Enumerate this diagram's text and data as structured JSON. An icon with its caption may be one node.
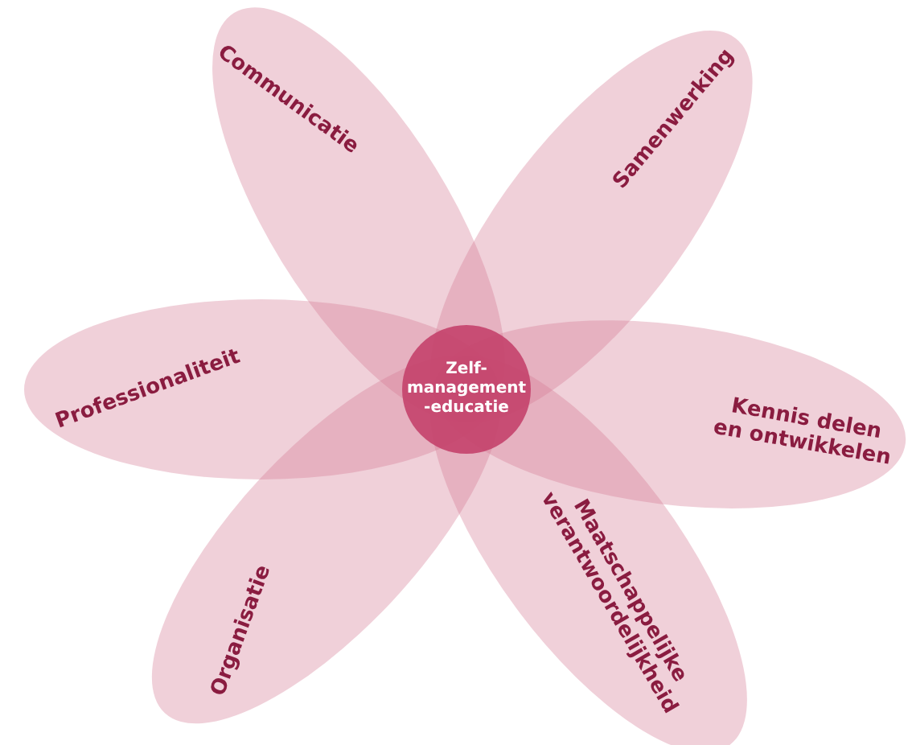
{
  "diagram": {
    "nodes": [
      {
        "text": [
          "Communicatie"
        ]
      },
      {
        "text": [
          "Samenwerking"
        ]
      },
      {
        "text": [
          "Professionaliteit"
        ]
      },
      {
        "text": [
          "Zelf- management -educatie"
        ]
      },
      {
        "text": [
          "Kennis delen en ontwikkelen"
        ]
      },
      {
        "text": [
          "Maatschappelijke verantwoordelijkheid"
        ]
      },
      {
        "text": [
          "Organisatie"
        ]
      }
    ]
  }
}
